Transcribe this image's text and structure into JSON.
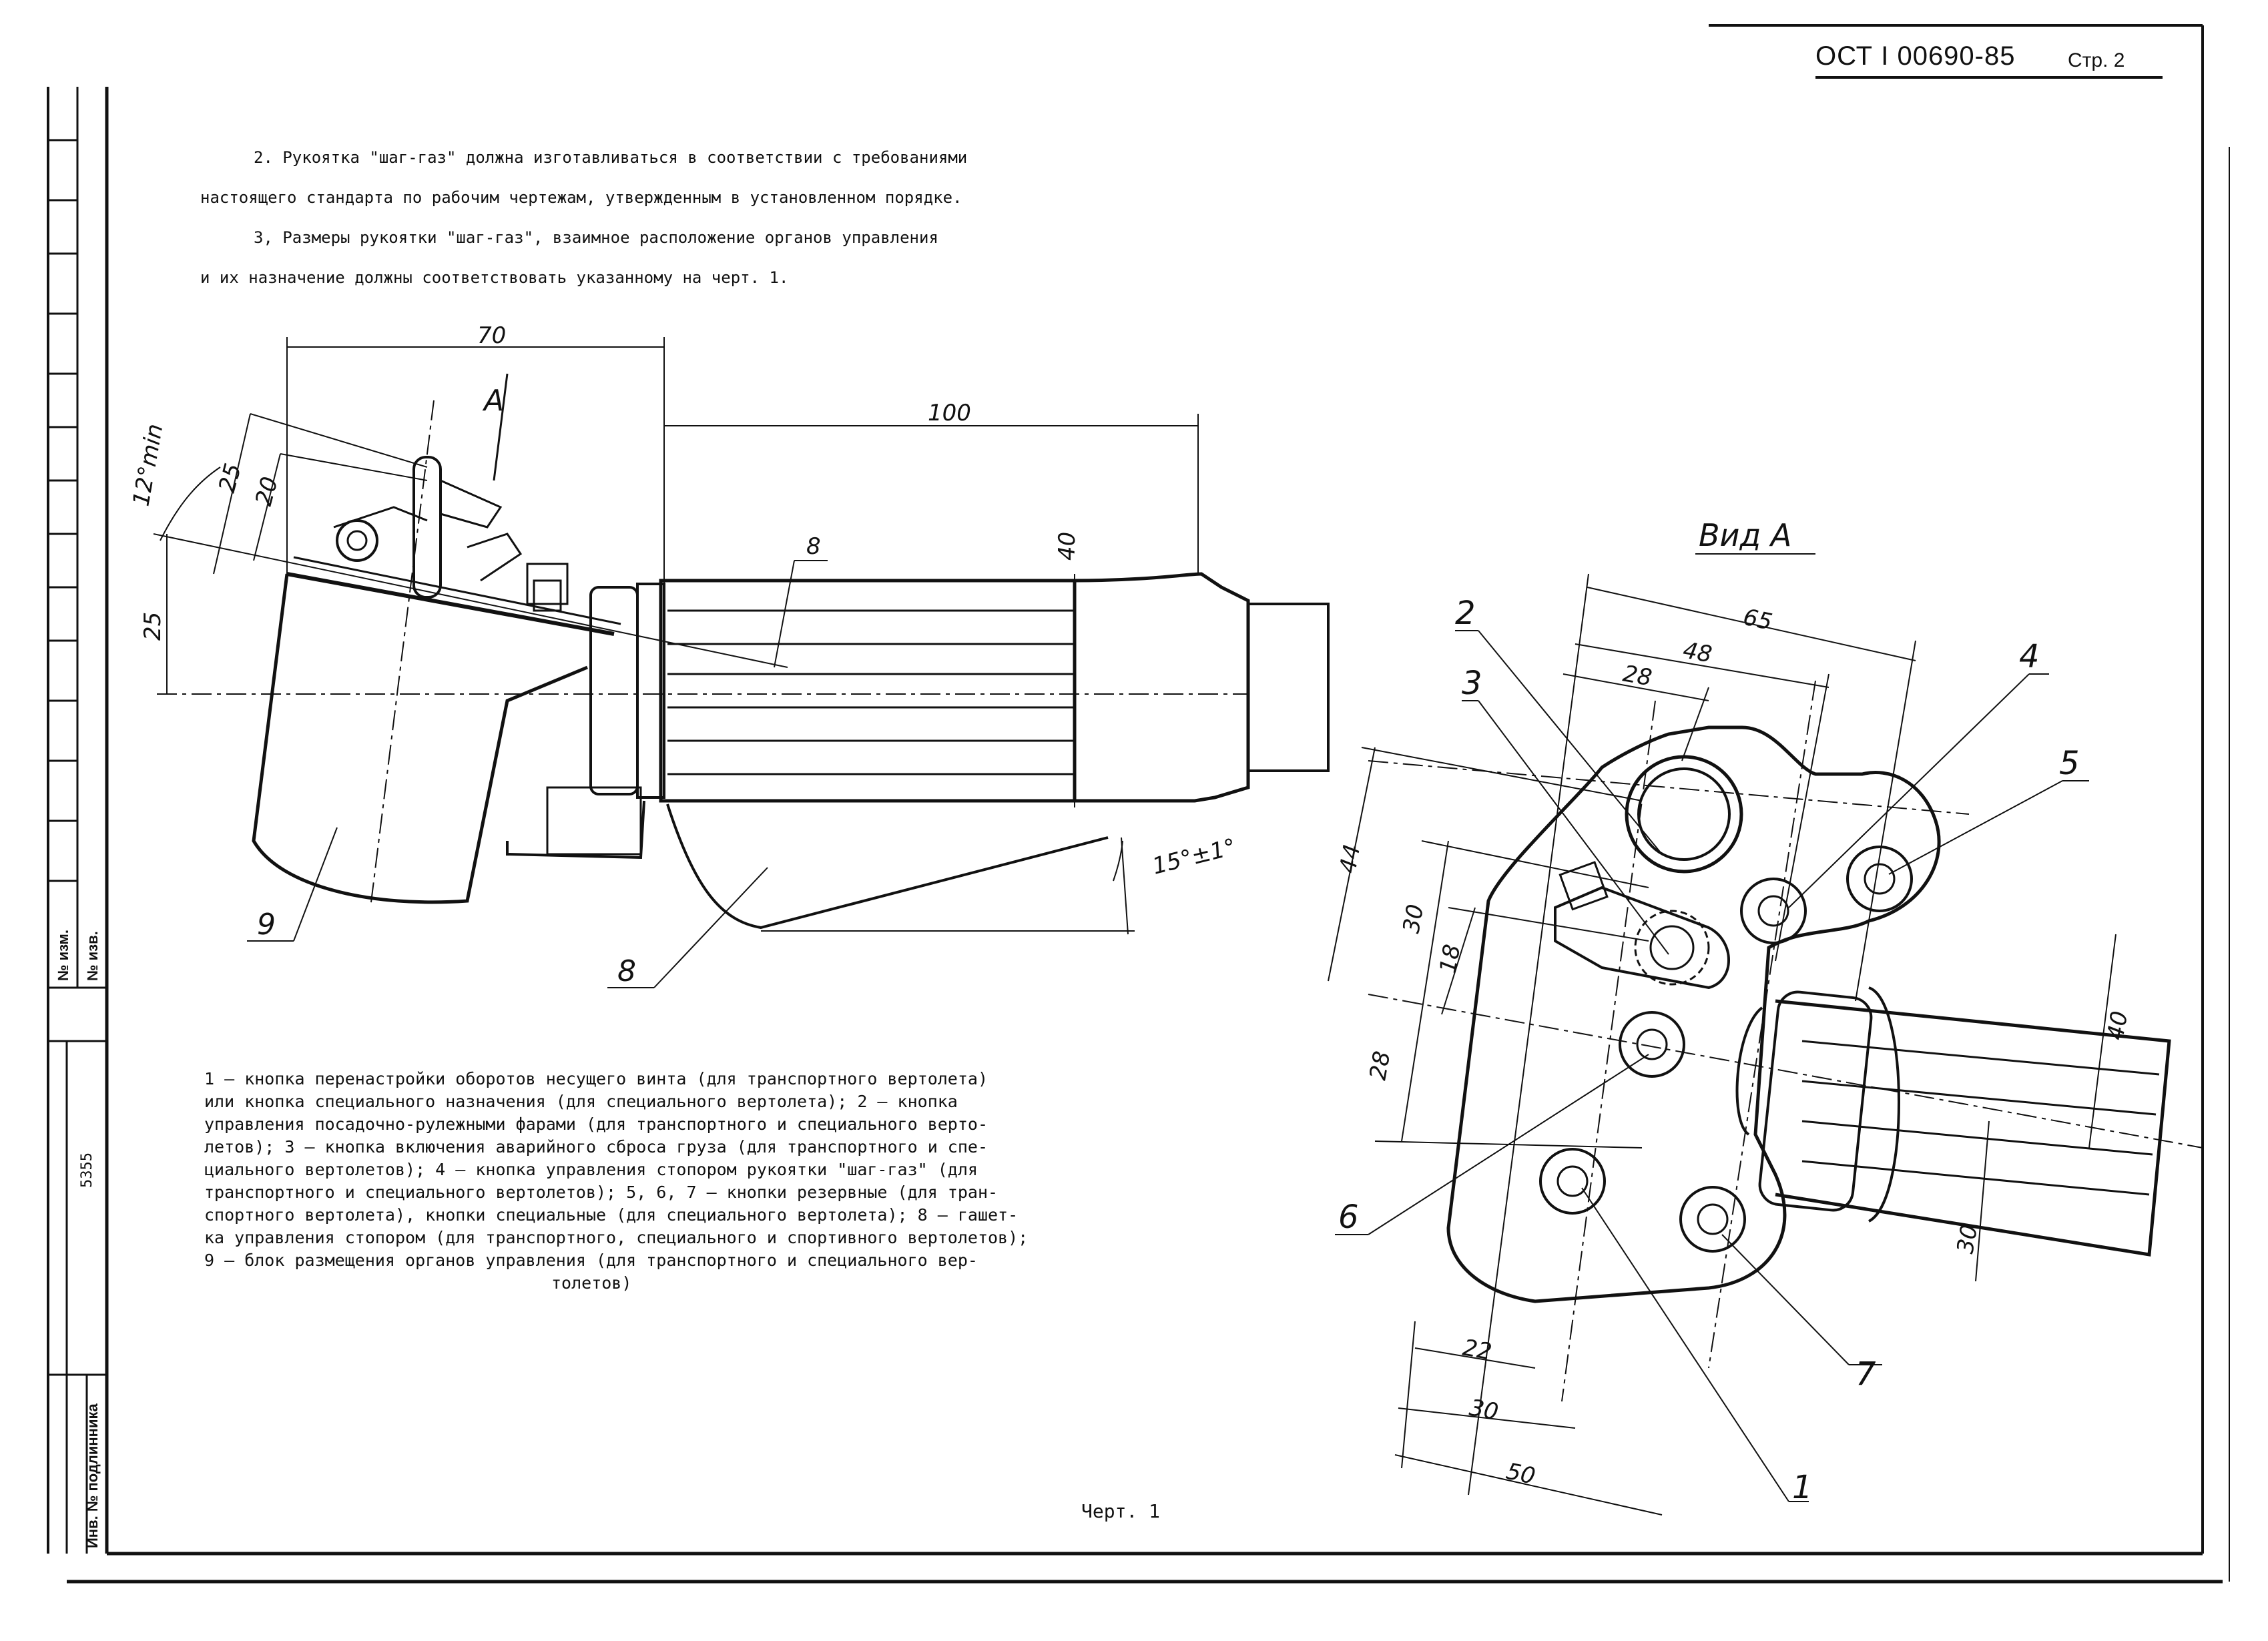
{
  "header": {
    "standard_code": "ОСТ I 00690-85",
    "page_label": "Стр. 2"
  },
  "paragraphs": [
    "2. Рукоятка \"шаг-газ\" должна изготавливаться в соответствии с требованиями",
    "настоящего стандарта по рабочим чертежам, утвержденным в установленном порядке.",
    "3, Размеры рукоятки \"шаг-газ\", взаимное расположение органов управления",
    "и их назначение должны соответствовать указанному на черт. 1."
  ],
  "drawing": {
    "left_view": {
      "dims": [
        "70",
        "100",
        "25",
        "20",
        "12°min",
        "25",
        "40",
        "15°±1°"
      ],
      "labels": [
        "А",
        "8",
        "9",
        "8"
      ]
    },
    "right_view": {
      "title": "Вид А",
      "dims": [
        "65",
        "48",
        "28",
        "44",
        "30",
        "18",
        "28",
        "40",
        "30",
        "22",
        "30",
        "50"
      ],
      "labels": [
        "2",
        "3",
        "4",
        "5",
        "6",
        "7",
        "1"
      ]
    }
  },
  "legend_lines": [
    "1 – кнопка перенастройки оборотов несущего винта (для транспортного вертолета)",
    "или кнопка специального назначения (для специального вертолета); 2 – кнопка",
    "управления посадочно-рулежными фарами (для транспортного и специального верто-",
    "летов); 3 – кнопка включения аварийного сброса груза (для транспортного и спе-",
    "циального вертолетов); 4 – кнопка управления стопором рукоятки \"шаг-газ\" (для",
    "транспортного и специального вертолетов); 5, 6, 7 – кнопки резервные (для тран-",
    "спортного вертолета), кнопки специальные (для специального вертолета); 8 – гашет-",
    "ка управления стопором (для транспортного, специального и спортивного вертолетов);",
    "9 – блок размещения органов управления (для транспортного и специального вер-",
    "толетов)"
  ],
  "caption": "Черт. 1",
  "sidebar": {
    "izm_label": "№ изм.",
    "izv_label": "№ изв.",
    "number": "5355",
    "inv_label": "Инв. № подлинника"
  }
}
